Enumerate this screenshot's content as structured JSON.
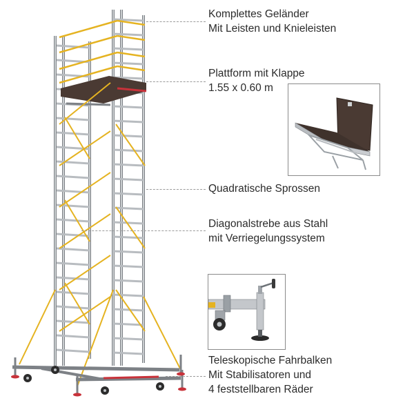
{
  "callouts": [
    {
      "lines": [
        "Komplettes Geländer",
        "Mit Leisten und Knieleisten"
      ]
    },
    {
      "lines": [
        "Plattform mit Klappe",
        "1.55 x 0.60 m"
      ]
    },
    {
      "lines": [
        "Quadratische Sprossen"
      ]
    },
    {
      "lines": [
        "Diagonalstrebe aus Stahl",
        "mit Verriegelungssystem"
      ]
    },
    {
      "lines": [
        "Teleskopische Fahrbalken",
        "Mit Stabilisatoren und",
        "4 feststellbaren Räder"
      ]
    }
  ],
  "colors": {
    "aluminium": "#b8bcc0",
    "aluminium_dark": "#7d8186",
    "yellow": "#e5b321",
    "platform": "#4a3a33",
    "red": "#c8323a",
    "text": "#2b2b2b",
    "leader": "#9a9a9a"
  }
}
